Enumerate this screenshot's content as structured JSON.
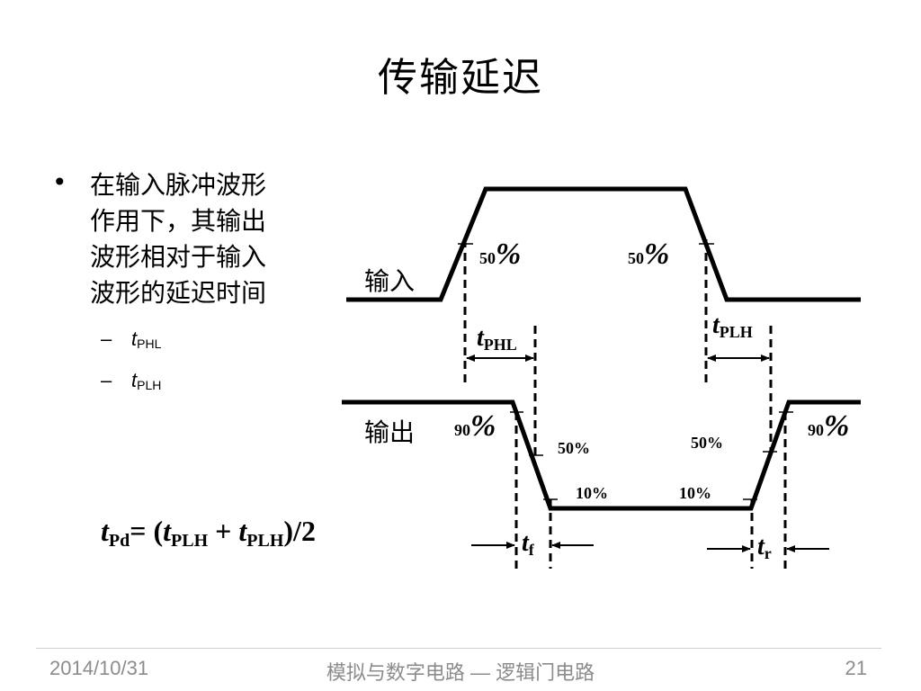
{
  "slide": {
    "title": "传输延迟",
    "bullet": {
      "lines": [
        "在输入脉冲波形",
        "作用下，其输出",
        "波形相对于输入",
        "波形的延迟时间"
      ]
    },
    "sub_items": [
      {
        "dash": "–",
        "main": "t",
        "sub": "PHL"
      },
      {
        "dash": "–",
        "main": "t",
        "sub": "PLH"
      }
    ],
    "formula": {
      "t1": "t",
      "s1": "Pd",
      "p1": "= (",
      "t2": "t",
      "s2": "PLH",
      "p2": " + ",
      "t3": "t",
      "s3": "PLH",
      "p3": ")/2"
    }
  },
  "diagram": {
    "input_label": "输入",
    "output_label": "输出",
    "in_50_left": {
      "num": "50",
      "pct": "%"
    },
    "in_50_right": {
      "num": "50",
      "pct": "%"
    },
    "tphl": {
      "t": "t",
      "sub": "PHL"
    },
    "tplh": {
      "t": "t",
      "sub": "PLH"
    },
    "out_90_left": {
      "num": "90",
      "pct": "%"
    },
    "out_90_right": {
      "num": "90",
      "pct": "%"
    },
    "out_50_left": "50%",
    "out_50_right": "50%",
    "out_10_left": "10%",
    "out_10_right": "10%",
    "tf": {
      "t": "t",
      "sub": "f"
    },
    "tr": {
      "t": "t",
      "sub": "r"
    }
  },
  "footer": {
    "date": "2014/10/31",
    "course": "模拟与数字电路 — 逻辑门电路",
    "page": "21"
  }
}
